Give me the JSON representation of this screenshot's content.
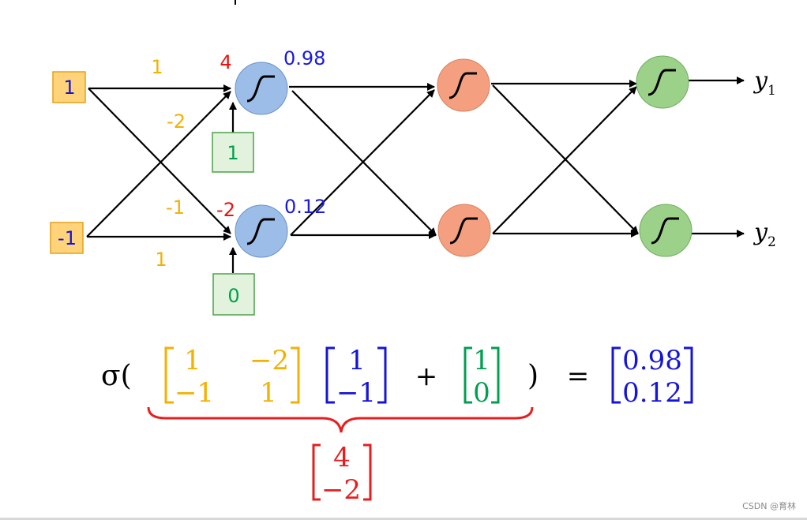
{
  "colors": {
    "weight": "#f5b100",
    "input_text": "#1515d8",
    "input_fill": "#ffd37a",
    "input_border": "#e5a11a",
    "bias_text": "#00a050",
    "bias_fill": "#e2f2dc",
    "bias_border": "#4aa24a",
    "z_value": "#ee1111",
    "activation": "#1a1ae0",
    "layer1_node": "#9cbde8",
    "layer2_node": "#f4a080",
    "layer3_node": "#9cd18a",
    "brace": "#e81e1e"
  },
  "network": {
    "inputs": [
      "1",
      "-1"
    ],
    "biases": [
      "1",
      "0"
    ],
    "weights": {
      "w11": "1",
      "w12": "-2",
      "w21": "-1",
      "w22": "1"
    },
    "z_values": [
      "4",
      "-2"
    ],
    "activations": [
      "0.98",
      "0.12"
    ],
    "outputs": [
      {
        "symbol": "y",
        "subscript": "1"
      },
      {
        "symbol": "y",
        "subscript": "2"
      }
    ],
    "node_icon": "sigmoid-curve-icon"
  },
  "equation": {
    "sigma": "σ(",
    "close_paren": ")",
    "plus": "+",
    "equals": "=",
    "weight_matrix": [
      [
        "1",
        "−2"
      ],
      [
        "−1",
        "1"
      ]
    ],
    "input_vector": [
      "1",
      "−1"
    ],
    "bias_vector": [
      "1",
      "0"
    ],
    "result_vector": [
      "0.98",
      "0.12"
    ],
    "brace_result": [
      "4",
      "−2"
    ]
  },
  "watermark": "CSDN @育林"
}
